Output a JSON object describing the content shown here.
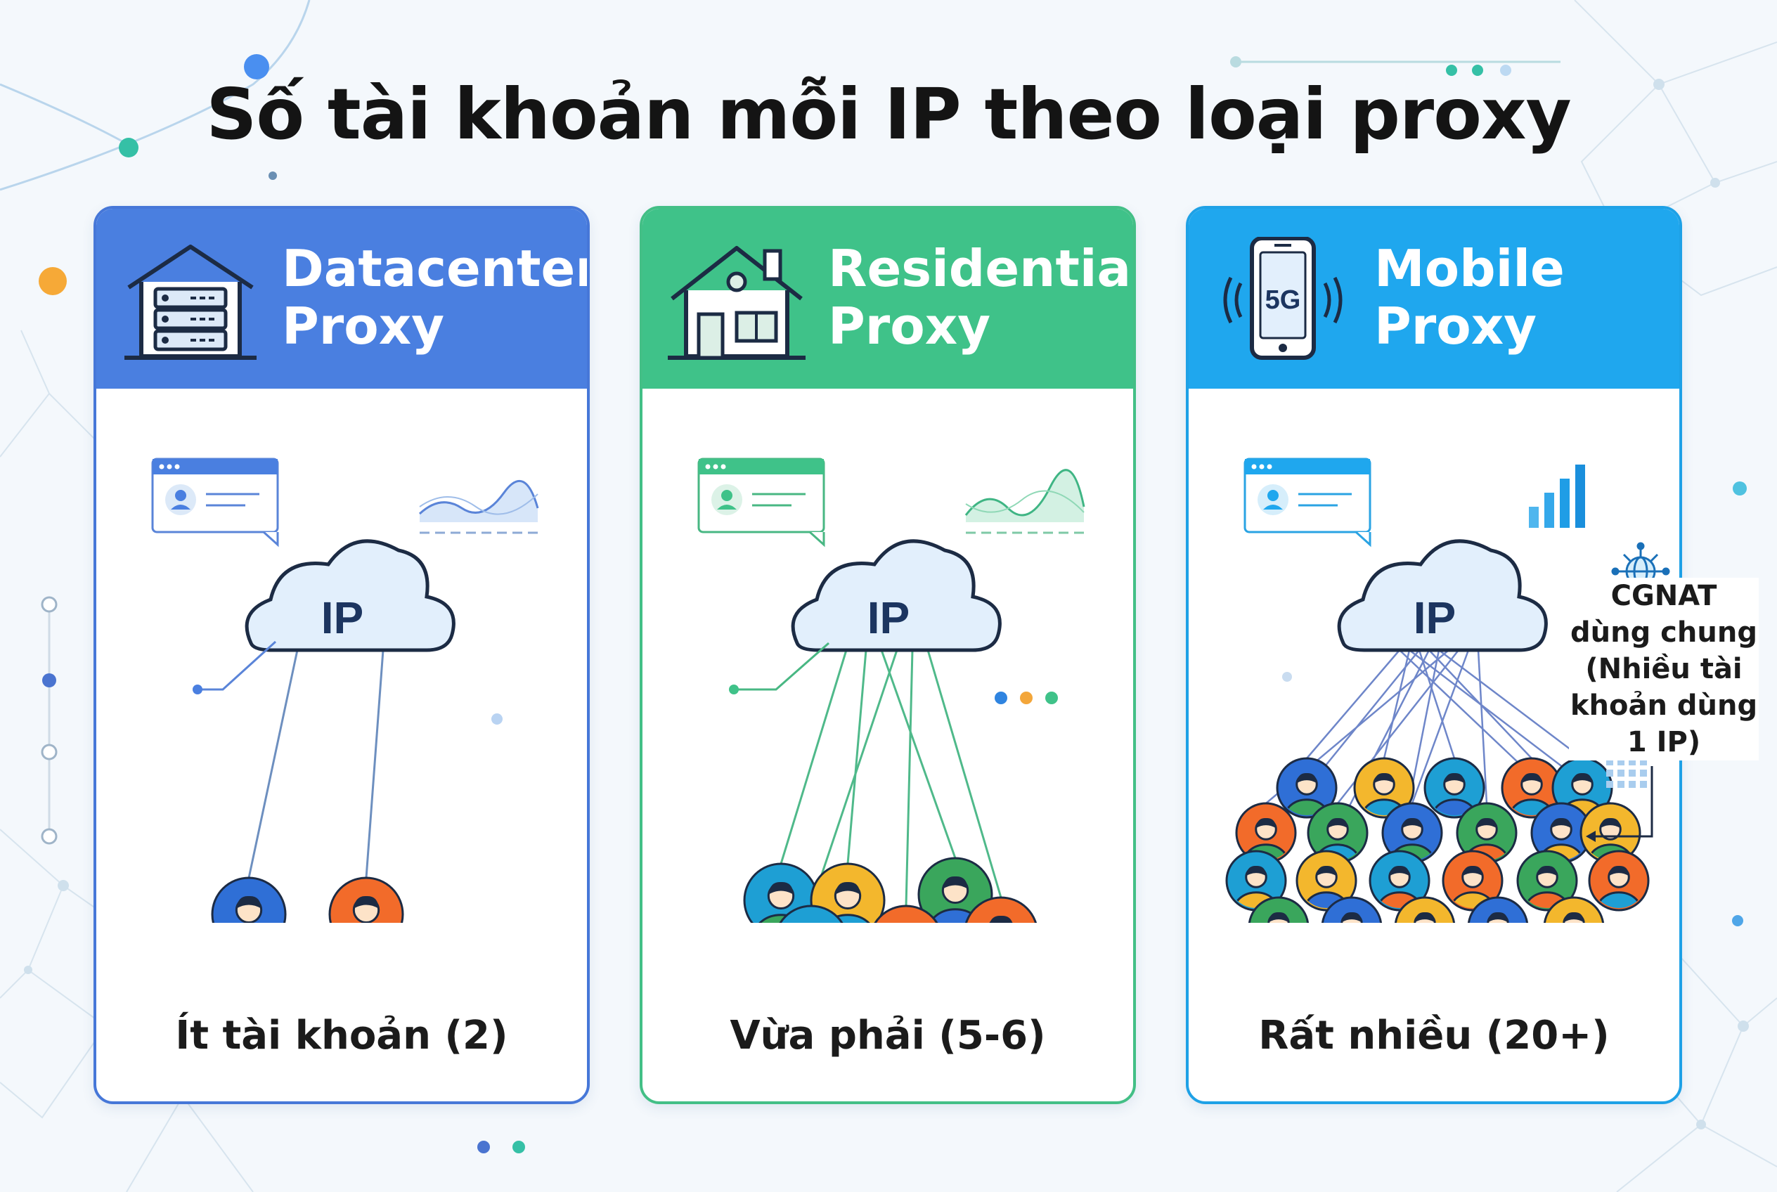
{
  "title": "Số tài khoản mỗi IP theo loại proxy",
  "colors": {
    "datacenter": "#4a7fe0",
    "residential": "#3fc289",
    "mobile": "#1fa7ee",
    "avatar_blue": "#2f6fd6",
    "avatar_orange": "#f26b2a",
    "avatar_yellow": "#f3b72d",
    "avatar_green": "#3aa65c",
    "avatar_teal": "#1e9fd4"
  },
  "cards": [
    {
      "id": "datacenter",
      "title_line1": "Datacenter",
      "title_line2": "Proxy",
      "icon": "server-building-icon",
      "cloud_label": "IP",
      "account_count": 2,
      "caption": "Ít tài khoản (2)"
    },
    {
      "id": "residential",
      "title_line1": "Residential",
      "title_line2": "Proxy",
      "icon": "house-icon",
      "cloud_label": "IP",
      "account_count": 6,
      "caption": "Vừa phải (5-6)"
    },
    {
      "id": "mobile",
      "title_line1": "Mobile",
      "title_line2": "Proxy",
      "icon": "5g-phone-icon",
      "badge": "5G",
      "cloud_label": "IP",
      "account_count": 24,
      "caption": "Rất nhiều (20+)"
    }
  ],
  "cgnat_note": {
    "line1": "CGNAT",
    "line2": "dùng chung",
    "line3": "(Nhiều tài",
    "line4": "khoản dùng",
    "line5": "1 IP)"
  }
}
